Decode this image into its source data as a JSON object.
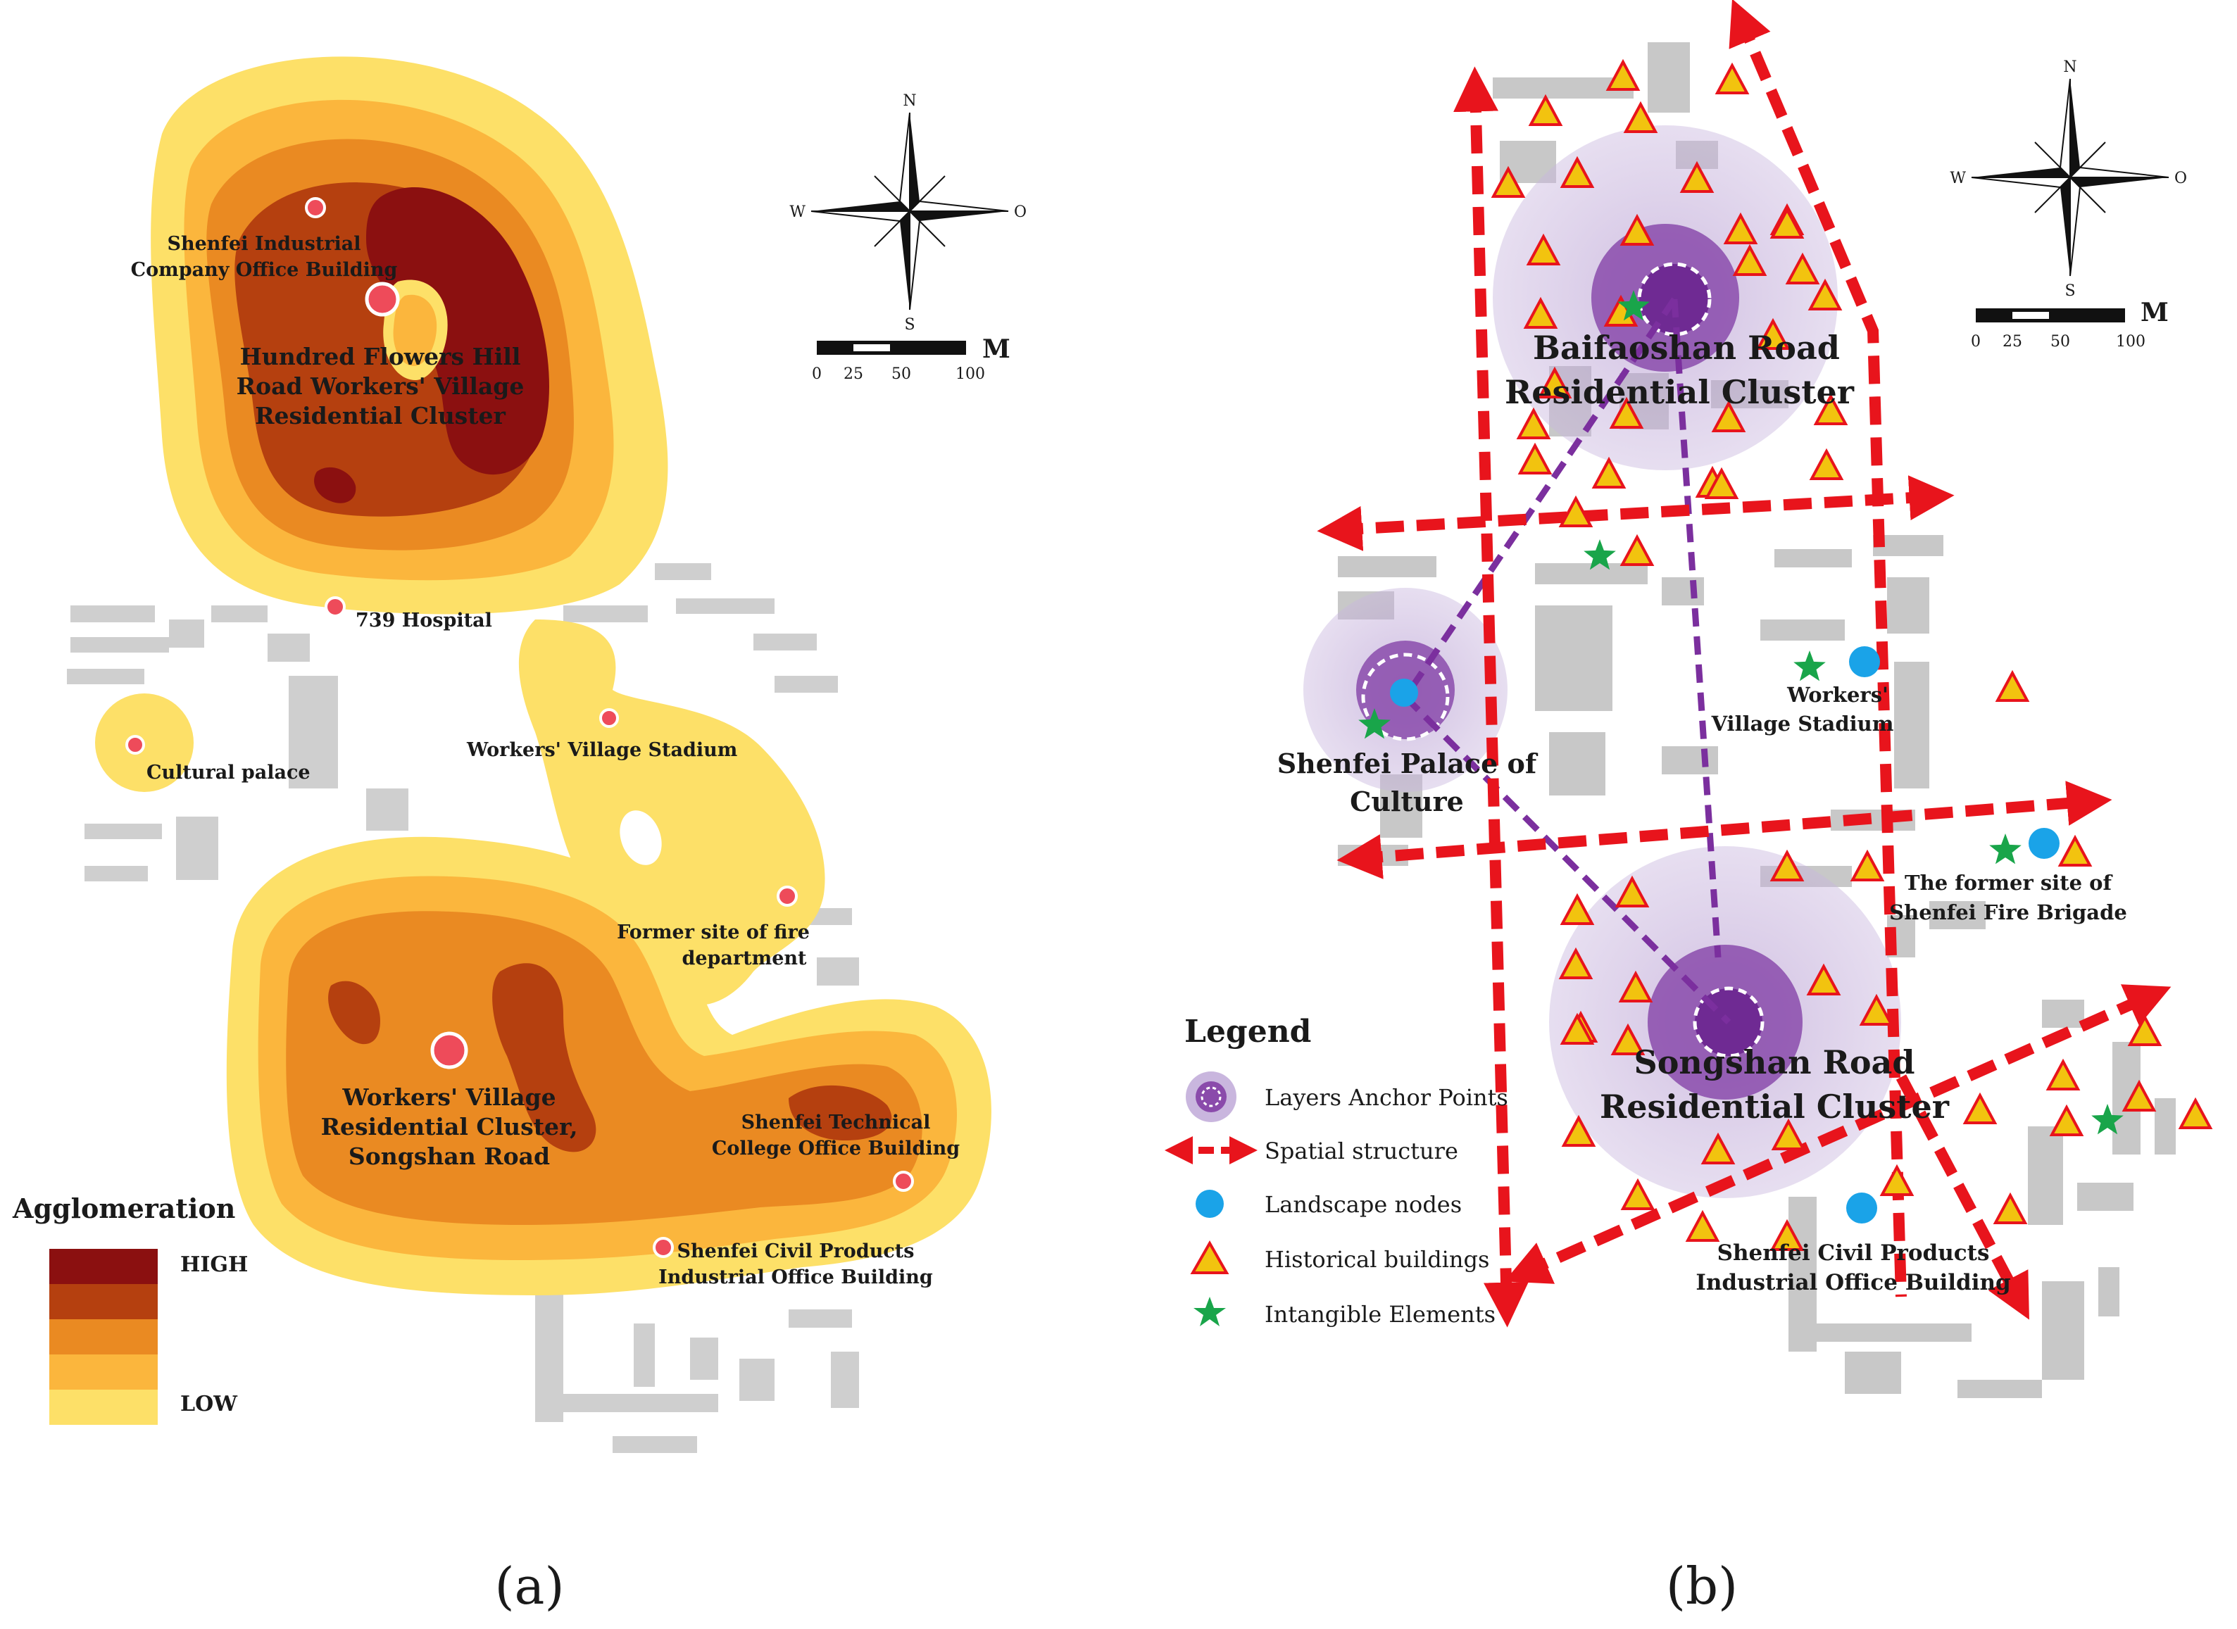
{
  "panel_a": {
    "panel_label": "(a)",
    "compass": {
      "n": "N",
      "s": "S",
      "e": "O",
      "w": "W"
    },
    "scale": {
      "unit": "M",
      "ticks": [
        "0",
        "25",
        "50",
        "100"
      ]
    },
    "agglomeration_legend": {
      "title": "Agglomeration",
      "high": "HIGH",
      "low": "LOW",
      "colors": [
        "#8b1010",
        "#b5400f",
        "#ea8a22",
        "#fbb63d",
        "#fde068"
      ]
    },
    "labels": {
      "shenfei_industrial": [
        "Shenfei Industrial",
        "Company Office Building"
      ],
      "hundred_flowers": [
        "Hundred Flowers Hill",
        "Road Workers' Village",
        "Residential Cluster"
      ],
      "hospital": "739 Hospital",
      "cultural_palace": "Cultural palace",
      "stadium": "Workers' Village Stadium",
      "fire_dept": [
        "Former site of fire",
        "department"
      ],
      "songshan_cluster": [
        "Workers' Village",
        "Residential Cluster,",
        "Songshan Road"
      ],
      "technical_college": [
        "Shenfei Technical",
        "College Office Building"
      ],
      "civil_products": [
        "Shenfei Civil Products",
        "Industrial Office Building"
      ]
    }
  },
  "panel_b": {
    "panel_label": "(b)",
    "compass": {
      "n": "N",
      "s": "S",
      "e": "O",
      "w": "W"
    },
    "scale": {
      "unit": "M",
      "ticks": [
        "0",
        "25",
        "50",
        "100"
      ]
    },
    "labels": {
      "baifaoshan": [
        "Baifaoshan Road",
        "Residential Cluster"
      ],
      "palace": [
        "Shenfei Palace of",
        "Culture"
      ],
      "stadium": [
        "Workers'",
        "Village Stadium"
      ],
      "fire_brigade": [
        "The former site of",
        "Shenfei Fire Brigade"
      ],
      "songshan": [
        "Songshan Road",
        "Residential Cluster"
      ],
      "civil_products": [
        "Shenfei Civil Products",
        "Industrial Office Building"
      ]
    },
    "legend": {
      "title": "Legend",
      "items": [
        {
          "label": "Layers Anchor Points",
          "icon": "anchor-point-icon"
        },
        {
          "label": "Spatial structure",
          "icon": "dashed-arrow-icon"
        },
        {
          "label": "Landscape nodes",
          "icon": "blue-circle-icon"
        },
        {
          "label": "Historical buildings",
          "icon": "triangle-icon"
        },
        {
          "label": "Intangible Elements",
          "icon": "star-icon"
        }
      ]
    },
    "colors": {
      "spatial_structure": "#e8141c",
      "anchor": "#7b2f9e",
      "landscape_node": "#1aa3e8",
      "historical": "#f2c30f",
      "intangible": "#19a54a"
    }
  }
}
